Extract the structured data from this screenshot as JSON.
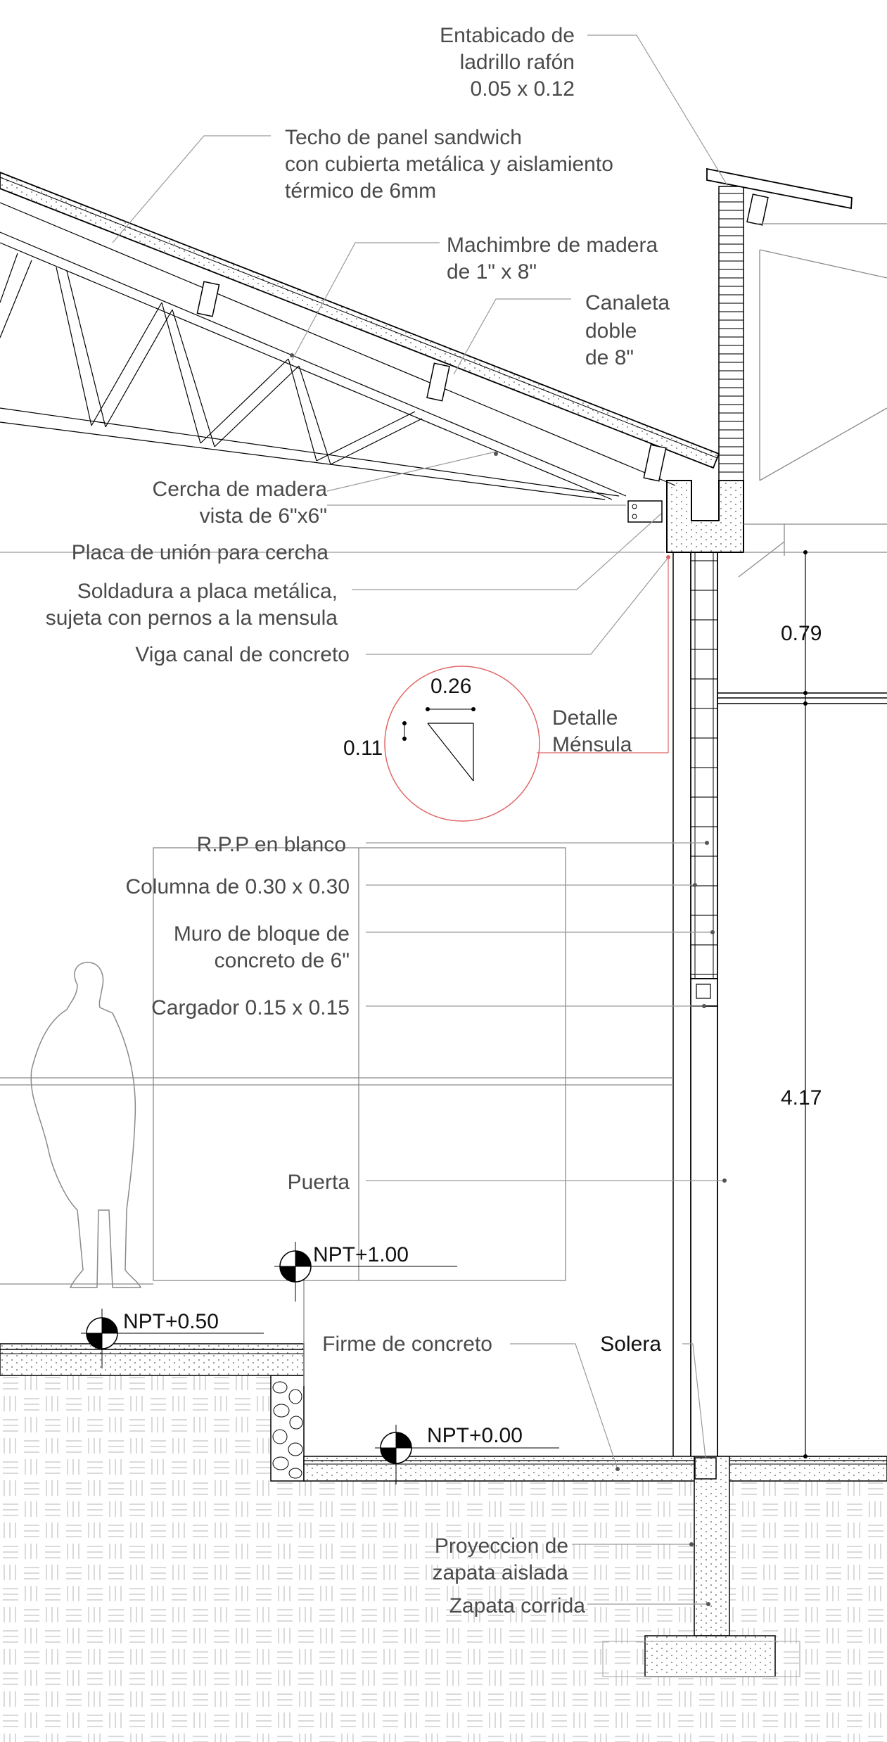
{
  "labels": {
    "entabicado_1": "Entabicado de",
    "entabicado_2": "ladrillo rafón",
    "entabicado_3": "0.05 x 0.12",
    "techo_1": "Techo de panel sandwich",
    "techo_2": "con cubierta metálica y aislamiento",
    "techo_3": "térmico de 6mm",
    "machimbre_1": "Machimbre de madera",
    "machimbre_2": "de 1\" x 8\"",
    "canaleta_1": "Canaleta",
    "canaleta_2": "doble",
    "canaleta_3": "de 8\"",
    "cercha_1": "Cercha de madera",
    "cercha_2": "vista de 6\"x6\"",
    "placa": "Placa de unión para cercha",
    "soldadura_1": "Soldadura a placa metálica,",
    "soldadura_2": "sujeta con pernos a la mensula",
    "viga": "Viga canal de concreto",
    "detalle_1": "Detalle",
    "detalle_2": "Ménsula",
    "rpp": "R.P.P en blanco",
    "columna": "Columna de 0.30 x 0.30",
    "muro_1": "Muro de bloque de",
    "muro_2": "concreto de 6\"",
    "cargador": "Cargador 0.15  x 0.15",
    "puerta": "Puerta",
    "firme": "Firme de concreto",
    "solera": "Solera",
    "proyeccion_1": "Proyeccion de",
    "proyeccion_2": "zapata aislada",
    "zapata": "Zapata corrida"
  },
  "dimensions": {
    "d079": "0.79",
    "d417": "4.17",
    "d026": "0.26",
    "d011": "0.11"
  },
  "levels": {
    "npt100": "NPT+1.00",
    "npt050": "NPT+0.50",
    "npt000": "NPT+0.00"
  },
  "colors": {
    "detail_circle": "#e06666",
    "leader": "#9a9a9a",
    "text": "#4a4a4a"
  }
}
